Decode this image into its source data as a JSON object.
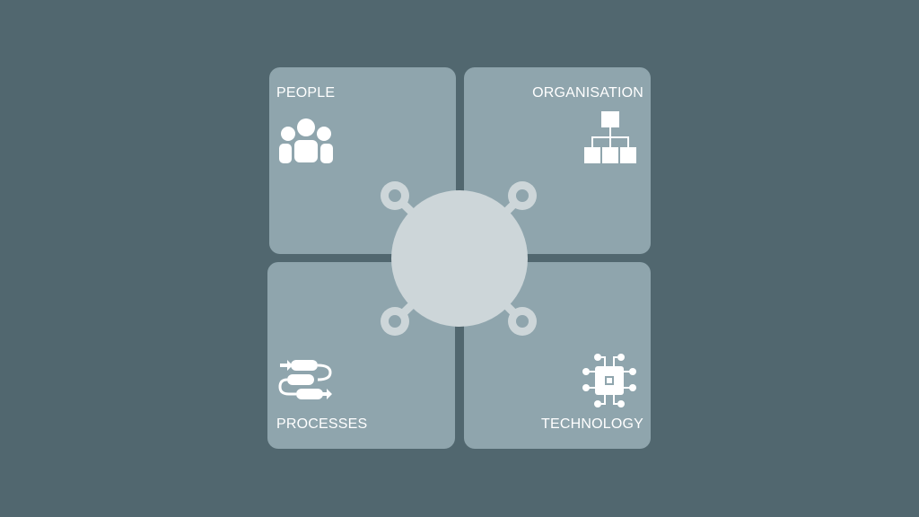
{
  "quadrants": {
    "people": {
      "label": "PEOPLE",
      "icon": "people-icon"
    },
    "organisation": {
      "label": "ORGANISATION",
      "icon": "org-chart-icon"
    },
    "processes": {
      "label": "PROCESSES",
      "icon": "process-flow-icon"
    },
    "technology": {
      "label": "TECHNOLOGY",
      "icon": "chip-icon"
    }
  },
  "colors": {
    "background": "#51676f",
    "tile": "#8fa5ad",
    "hub": "#cdd6d9",
    "text": "#ffffff"
  }
}
